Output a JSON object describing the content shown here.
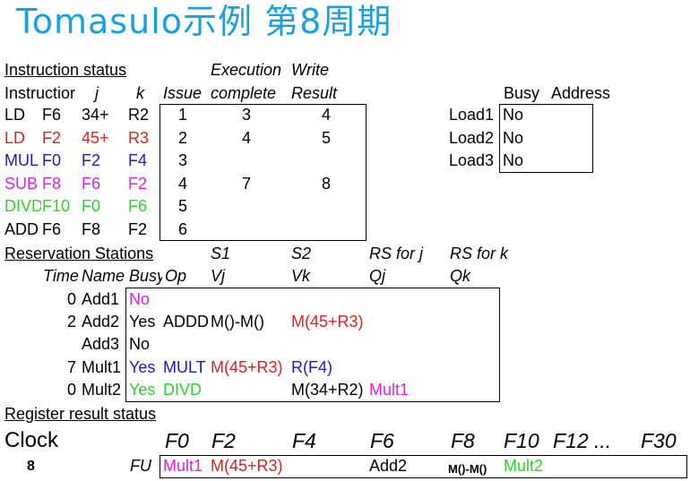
{
  "title": "Tomasulo示例 第8周期",
  "instruction_status": {
    "heading": "Instruction status",
    "header_top": {
      "execution": "Execution",
      "write": "Write"
    },
    "headers": {
      "instruction": "Instructior",
      "j": "j",
      "k": "k",
      "issue": "Issue",
      "complete": "complete",
      "result": "Result"
    },
    "rows": [
      {
        "op": "LD",
        "dest": "F6",
        "j": "34+",
        "k": "R2",
        "issue": "1",
        "complete": "3",
        "result": "4"
      },
      {
        "op": "LD",
        "dest": "F2",
        "j": "45+",
        "k": "R3",
        "issue": "2",
        "complete": "4",
        "result": "5"
      },
      {
        "op": "MUL",
        "dest": "F0",
        "j": "F2",
        "k": "F4",
        "issue": "3",
        "complete": "",
        "result": ""
      },
      {
        "op": "SUB",
        "dest": "F8",
        "j": "F6",
        "k": "F2",
        "issue": "4",
        "complete": "7",
        "result": "8"
      },
      {
        "op": "DIVD",
        "dest": "F10",
        "j": "F0",
        "k": "F6",
        "issue": "5",
        "complete": "",
        "result": ""
      },
      {
        "op": "ADD",
        "dest": "F6",
        "j": "F8",
        "k": "F2",
        "issue": "6",
        "complete": "",
        "result": ""
      }
    ]
  },
  "load_buffers": {
    "headers": {
      "busy": "Busy",
      "address": "Address"
    },
    "rows": [
      {
        "name": "Load1",
        "busy": "No"
      },
      {
        "name": "Load2",
        "busy": "No"
      },
      {
        "name": "Load3",
        "busy": "No"
      }
    ]
  },
  "reservation_stations": {
    "heading": "Reservation Stations",
    "header_top": {
      "s1": "S1",
      "s2": "S2",
      "rsj": "RS for j",
      "rsk": "RS for k"
    },
    "headers": {
      "time": "Time",
      "name": "Name",
      "busy": "Busy",
      "op": "Op",
      "vj": "Vj",
      "vk": "Vk",
      "qj": "Qj",
      "qk": "Qk"
    },
    "rows": [
      {
        "time": "0",
        "name": "Add1",
        "busy": "No",
        "op": "",
        "vj": "",
        "vk": "",
        "qj": "",
        "qk": ""
      },
      {
        "time": "2",
        "name": "Add2",
        "busy": "Yes",
        "op": "ADDD",
        "vj": "M()-M()",
        "vk": "M(45+R3)",
        "qj": "",
        "qk": ""
      },
      {
        "time": "",
        "name": "Add3",
        "busy": "No",
        "op": "",
        "vj": "",
        "vk": "",
        "qj": "",
        "qk": ""
      },
      {
        "time": "7",
        "name": "Mult1",
        "busy": "Yes",
        "op": "MULT",
        "vj": "M(45+R3)",
        "vk": "R(F4)",
        "qj": "",
        "qk": ""
      },
      {
        "time": "0",
        "name": "Mult2",
        "busy": "Yes",
        "op": "DIVD",
        "vj": "",
        "vk": "M(34+R2)",
        "qj": "Mult1",
        "qk": ""
      }
    ]
  },
  "register_status": {
    "heading": "Register result status",
    "clock_label": "Clock",
    "clock_value": "8",
    "fu_label": "FU",
    "registers": [
      "F0",
      "F2",
      "F4",
      "F6",
      "F8",
      "F10",
      "F12 ...",
      "F30"
    ],
    "fu": [
      "Mult1",
      "M(45+R3)",
      "",
      "Add2",
      "M()-M()",
      "Mult2",
      "",
      ""
    ]
  },
  "colors": {
    "title": "#1aa0dd",
    "red": "#e02020",
    "blue": "#1a1ac8",
    "magenta": "#e020e0",
    "green": "#30d030"
  }
}
